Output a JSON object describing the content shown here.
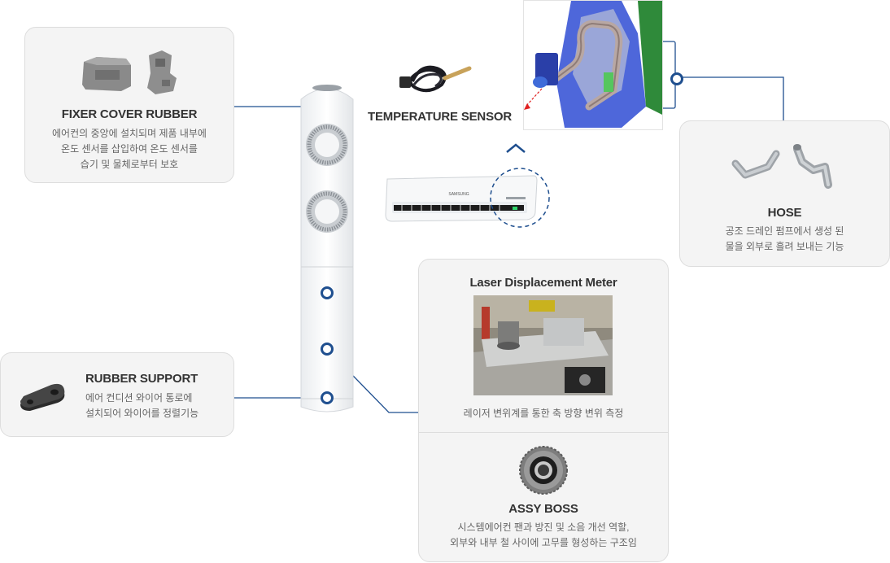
{
  "fixer_cover_rubber": {
    "title": "FIXER COVER RUBBER",
    "desc_line1": "에어컨의 중앙에 설치되며 제품 내부에",
    "desc_line2": "온도 센서를 삽입하여 온도 센서를",
    "desc_line3": "습기 및 물체로부터 보호"
  },
  "rubber_support": {
    "title": "RUBBER SUPPORT",
    "desc_line1": "에어 컨디션 와이어 통로에",
    "desc_line2": "설치되어 와이어를 정렬기능"
  },
  "temperature_sensor": {
    "title": "TEMPERATURE SENSOR"
  },
  "hose": {
    "title": "HOSE",
    "desc_line1": "공조 드레인 펌프에서 생성 된",
    "desc_line2": "물을 외부로 흘려 보내는 기능"
  },
  "laser_meter": {
    "title": "Laser Displacement Meter",
    "desc": "레이저 변위계를 통한 축 방향 변위 측정"
  },
  "assy_boss": {
    "title": "ASSY BOSS",
    "desc_line1": "시스템에어컨 팬과 방진 및 소음 개선 역할,",
    "desc_line2": "외부와 내부 철 사이에 고무를 형성하는 구조임"
  },
  "wall_unit": {
    "brand": "SAMSUNG"
  },
  "colors": {
    "accent": "#1f4f8f",
    "card_bg": "#f4f4f4",
    "border": "#dddddd"
  }
}
